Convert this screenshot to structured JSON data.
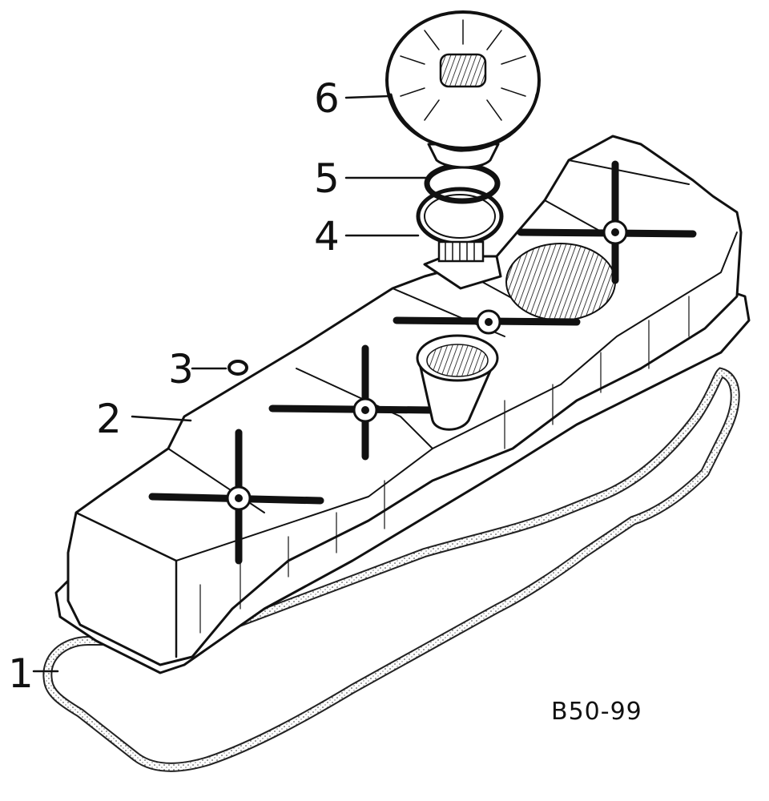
{
  "figure": {
    "code": "B50-99",
    "callouts": [
      {
        "number": "1",
        "part": "valve cover gasket"
      },
      {
        "number": "2",
        "part": "rocker cover"
      },
      {
        "number": "3",
        "part": "sealing washer"
      },
      {
        "number": "4",
        "part": "hose clip"
      },
      {
        "number": "5",
        "part": "O-ring"
      },
      {
        "number": "6",
        "part": "oil filler cap"
      }
    ]
  }
}
